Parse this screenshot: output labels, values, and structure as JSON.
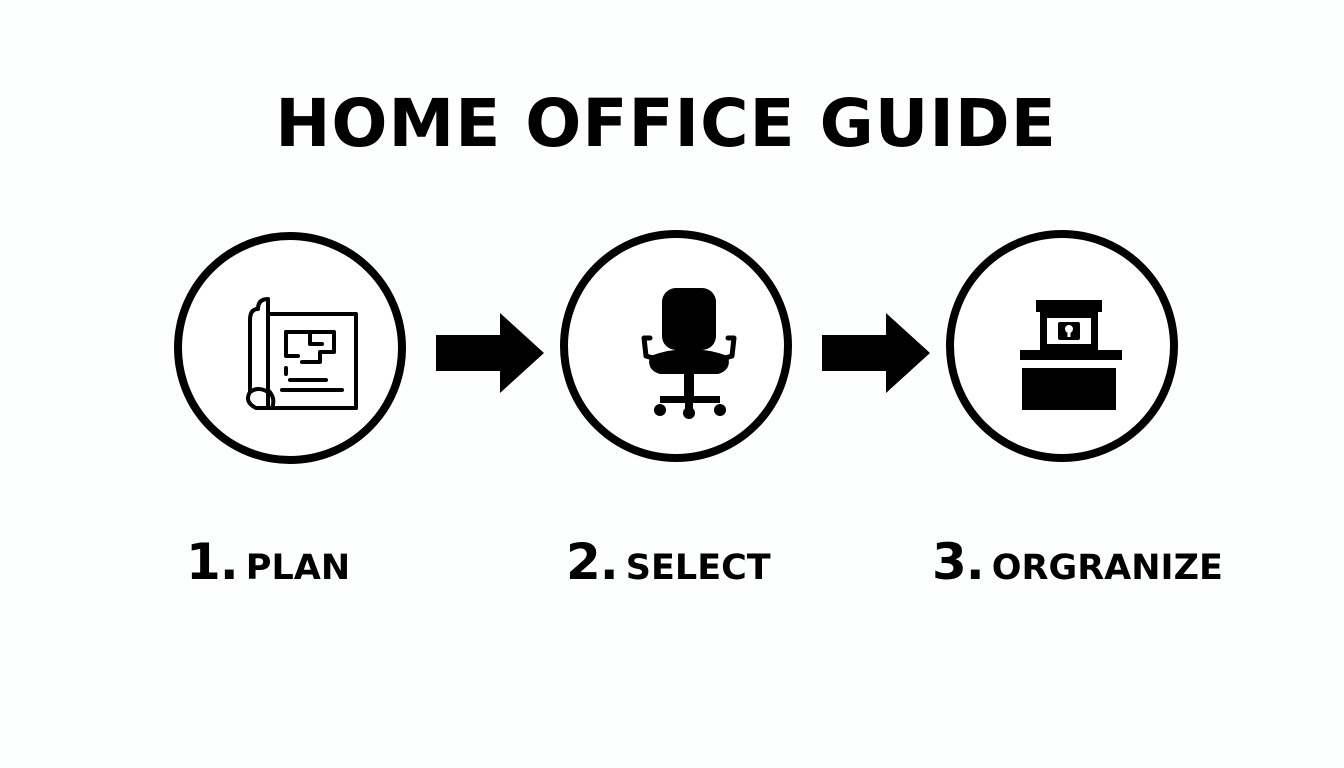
{
  "title": "HOME OFFICE GUIDE",
  "steps": [
    {
      "number": "1.",
      "label": "PLAN",
      "icon": "blueprint-icon"
    },
    {
      "number": "2.",
      "label": "SELECT",
      "icon": "office-chair-icon"
    },
    {
      "number": "3.",
      "label": "ORGRANIZE",
      "icon": "storage-box-icon"
    }
  ],
  "connector_icon": "right-arrow-icon"
}
